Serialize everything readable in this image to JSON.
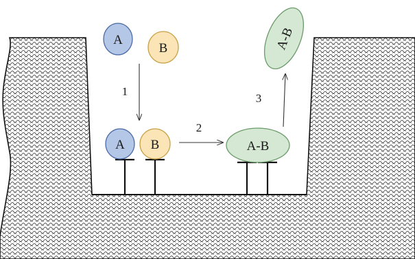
{
  "molecules": {
    "a_free": {
      "label": "A",
      "fill": "#b4c7e7",
      "stroke": "#4a6aa5"
    },
    "b_free": {
      "label": "B",
      "fill": "#fbe5b6",
      "stroke": "#c9a24a"
    },
    "a_bound": {
      "label": "A",
      "fill": "#b4c7e7",
      "stroke": "#4a6aa5"
    },
    "b_bound": {
      "label": "B",
      "fill": "#fbe5b6",
      "stroke": "#c9a24a"
    },
    "ab_bound": {
      "label": "A-B",
      "fill": "#d5e8d4",
      "stroke": "#6a9a68"
    },
    "ab_released": {
      "label": "A-B",
      "fill": "#d5e8d4",
      "stroke": "#6a9a68"
    }
  },
  "steps": {
    "step1": "1",
    "step2": "2",
    "step3": "3"
  },
  "colors": {
    "surface_pattern": "#222222",
    "line": "#111111",
    "arrow": "#333333"
  }
}
